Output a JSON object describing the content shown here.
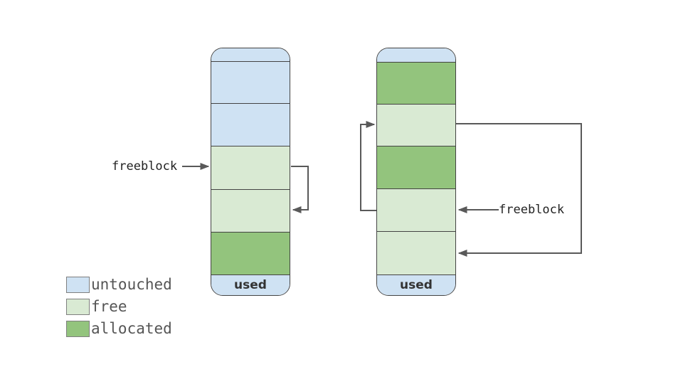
{
  "colors": {
    "untouched": "#cfe2f3",
    "free": "#d9ead3",
    "allocated": "#93c47d",
    "used": "#cfe2f3",
    "block_border": "#434343",
    "arrow": "#595959",
    "freeblock_text": "#222222",
    "legend_text": "#555555",
    "legend_swatch_border": "#7f7f7f",
    "used_text": "#333333",
    "background": "#ffffff"
  },
  "left_column": {
    "freeblock_label": "freeblock",
    "used_label": "used",
    "blocks": [
      {
        "type": "untouched",
        "height": 18
      },
      {
        "type": "untouched",
        "height": 59
      },
      {
        "type": "untouched",
        "height": 60
      },
      {
        "type": "free",
        "height": 61
      },
      {
        "type": "free",
        "height": 60
      },
      {
        "type": "allocated",
        "height": 60
      },
      {
        "type": "used",
        "height": 29
      }
    ]
  },
  "right_column": {
    "freeblock_label": "freeblock",
    "used_label": "used",
    "blocks": [
      {
        "type": "untouched",
        "height": 19
      },
      {
        "type": "allocated",
        "height": 59
      },
      {
        "type": "free",
        "height": 59
      },
      {
        "type": "allocated",
        "height": 60
      },
      {
        "type": "free",
        "height": 60
      },
      {
        "type": "free",
        "height": 61
      },
      {
        "type": "used",
        "height": 29
      }
    ]
  },
  "legend": {
    "items": [
      {
        "label": "untouched",
        "type": "untouched"
      },
      {
        "label": "free",
        "type": "free"
      },
      {
        "label": "allocated",
        "type": "allocated"
      }
    ]
  }
}
